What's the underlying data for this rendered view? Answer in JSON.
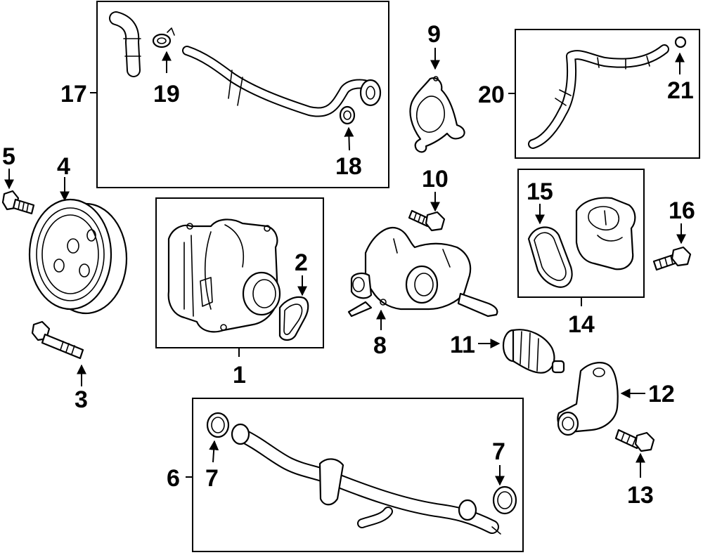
{
  "callouts": {
    "c1": "1",
    "c2": "2",
    "c3": "3",
    "c4": "4",
    "c5": "5",
    "c6": "6",
    "c7a": "7",
    "c7b": "7",
    "c8": "8",
    "c9": "9",
    "c10": "10",
    "c11": "11",
    "c12": "12",
    "c13": "13",
    "c14": "14",
    "c15": "15",
    "c16": "16",
    "c17": "17",
    "c18": "18",
    "c19": "19",
    "c20": "20",
    "c21": "21"
  },
  "line_color": "#000000",
  "background": "#ffffff"
}
